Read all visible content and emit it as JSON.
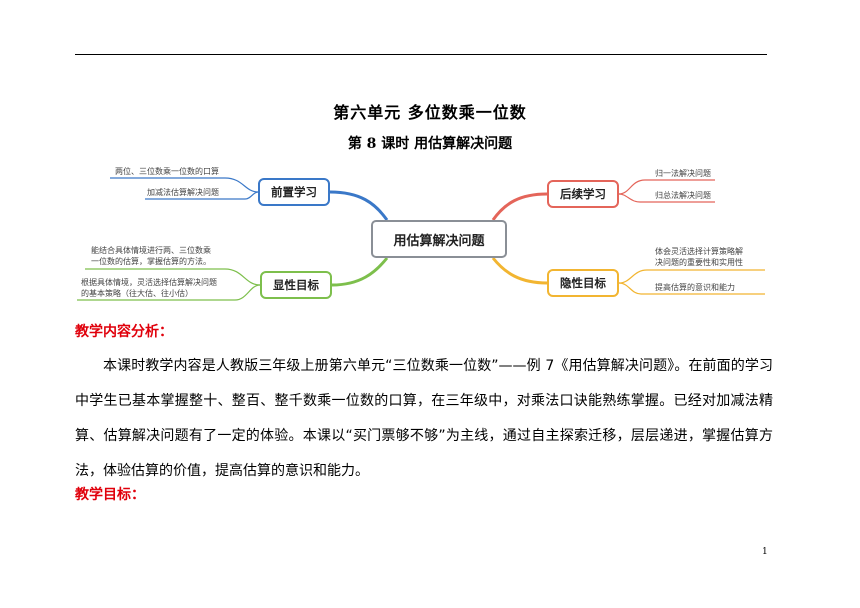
{
  "doc": {
    "unit_title": "第六单元  多位数乘一位数",
    "lesson_title": "第 8 课时  用估算解决问题",
    "page_number": "1"
  },
  "mindmap": {
    "center": "用估算解决问题",
    "branches": {
      "pre": {
        "label": "前置学习",
        "color": "#3a78c8",
        "items": [
          "两位、三位数乘一位数的口算",
          "加减法估算解决问题"
        ]
      },
      "post": {
        "label": "后续学习",
        "color": "#e4655a",
        "items": [
          "归一法解决问题",
          "归总法解决问题"
        ]
      },
      "explicit": {
        "label": "显性目标",
        "color": "#7dbf4c",
        "items": [
          [
            "能结合具体情境进行两、三位数乘",
            "一位数的估算，掌握估算的方法。"
          ],
          [
            "根据具体情境，灵活选择估算解决问题",
            "的基本策略（往大估、往小估）"
          ]
        ]
      },
      "implicit": {
        "label": "隐性目标",
        "color": "#f2b531",
        "items": [
          [
            "体会灵活选择计算策略解",
            "决问题的重要性和实用性"
          ],
          [
            "提高估算的意识和能力"
          ]
        ]
      }
    }
  },
  "sections": {
    "analysis_heading": "教学内容分析：",
    "analysis_text": "本课时教学内容是人教版三年级上册第六单元“三位数乘一位数”——例 7《用估算解决问题》。在前面的学习中学生已基本掌握整十、整百、整千数乘一位数的口算，在三年级中，对乘法口诀能熟练掌握。已经对加减法精算、估算解决问题有了一定的体验。本课以“买门票够不够”为主线，通过自主探索迁移，层层递进，掌握估算方法，体验估算的价值，提高估算的意识和能力。",
    "goals_heading": "教学目标："
  }
}
